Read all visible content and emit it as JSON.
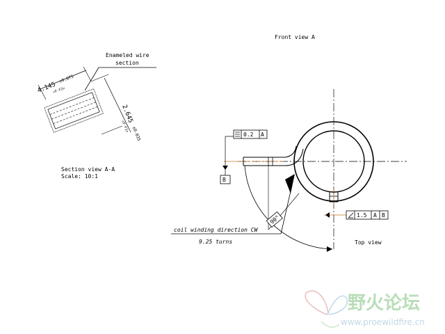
{
  "front_view_label": "Front view A",
  "section": {
    "wire_label_line1": "Enameled wire",
    "wire_label_line2": "section",
    "dim1_value": "4.145",
    "dim1_tol": "±0.075",
    "dim1_ref": "<F-F2>",
    "dim2_value": "2.645",
    "dim2_tol": "±0.035",
    "dim2_ref": "<F-F1>",
    "view_label": "Section view A-A",
    "scale_label": "Scale:  10:1"
  },
  "top_view": {
    "fcf_top_value": "0.2",
    "fcf_top_datum": "A",
    "datum_b": "B",
    "fcf_bottom_value": "1.5",
    "fcf_bottom_datum1": "A",
    "fcf_bottom_datum2": "B",
    "angle": "90°",
    "note_line1": "coil winding direction CW",
    "note_line2": "9.25 turns",
    "view_label": "Top view"
  },
  "watermark": {
    "title": "野火论坛",
    "url": "www.proewildfire.cn"
  },
  "colors": {
    "line": "#000000",
    "accent": "#c8741c",
    "watermark": "#9ccf9c"
  }
}
